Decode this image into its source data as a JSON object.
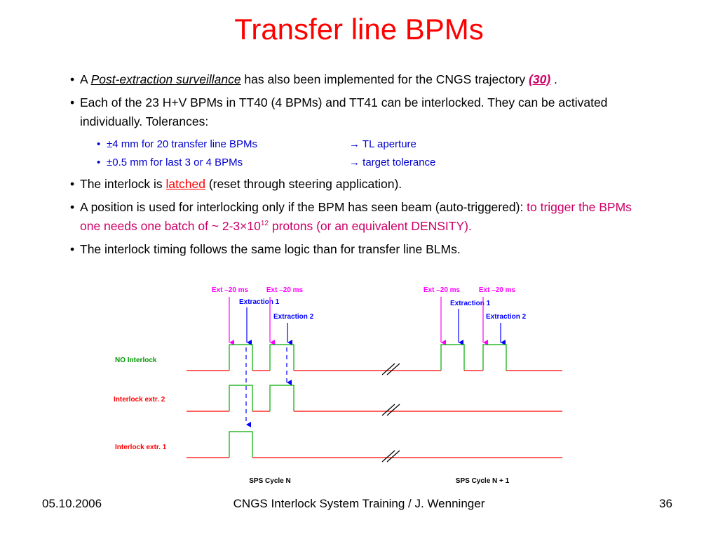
{
  "title": "Transfer line BPMs",
  "bullets": {
    "b1": {
      "prefix": "A ",
      "link": "Post-extraction surveillance",
      "middle": " has also been implemented for the CNGS trajectory ",
      "ref": "(30)",
      "suffix": " ."
    },
    "b2": {
      "text": "Each of the 23 H+V BPMs in TT40 (4 BPMs) and TT41 can be interlocked. They can be activated individually. Tolerances:"
    },
    "sub": [
      {
        "left": "±4 mm for 20 transfer line BPMs",
        "right": "TL aperture"
      },
      {
        "left": "±0.5 mm for last 3 or 4 BPMs",
        "right": "target tolerance"
      }
    ],
    "b3": {
      "prefix": "The interlock is ",
      "link": "latched",
      "suffix": " (reset through steering application)."
    },
    "b4": {
      "black": "A position is used for interlocking only if the BPM has seen beam (auto-triggered): ",
      "magenta": "to trigger the BPMs one needs one batch of ~ 2-3×10",
      "sup": "12",
      "magenta2": " protons (or an equivalent DENSITY)."
    },
    "b5": {
      "text": "The interlock timing follows the same logic than for transfer line BLMs."
    }
  },
  "arrow_glyph": "→",
  "diagram": {
    "cycle1": {
      "ext_label_1": "Ext –20 ms",
      "ext_label_2": "Ext –20 ms",
      "extraction_1": "Extraction 1",
      "extraction_2": "Extraction 2",
      "cycle_label": "SPS Cycle N"
    },
    "cycle2": {
      "ext_label_1": "Ext –20 ms",
      "ext_label_2": "Ext –20 ms",
      "extraction_1": "Extraction 1",
      "extraction_2": "Extraction 2",
      "cycle_label": "SPS Cycle N + 1"
    },
    "rows": [
      {
        "label": "NO Interlock",
        "color": "#009900"
      },
      {
        "label": "Interlock extr. 2",
        "color": "#ff0000"
      },
      {
        "label": "Interlock extr. 1",
        "color": "#ff0000"
      }
    ],
    "colors": {
      "ext_arrow": "#ff00ff",
      "extraction_arrow": "#0000ff",
      "pulse": "#00aa00",
      "baseline": "#ff0000"
    }
  },
  "footer": {
    "date": "05.10.2006",
    "center": "CNGS Interlock System Training / J. Wenninger",
    "page": "36"
  }
}
